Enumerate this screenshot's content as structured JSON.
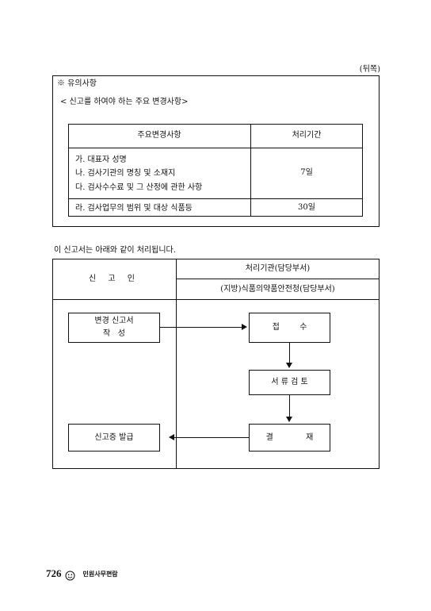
{
  "header": {
    "side_label": "(뒤쪽)"
  },
  "notes": {
    "title": "※ 유의사항",
    "subtitle": "< 신고를 하여야 하는 주요 변경사항>",
    "table": {
      "headers": [
        "주요변경사항",
        "처리기간"
      ],
      "rows": [
        {
          "items": [
            "가. 대표자 성명",
            "나. 검사기관의 명칭 및 소재지",
            "다. 검사수수료 및 그 산정에 관한 사항"
          ],
          "period": "7일"
        },
        {
          "items": [
            "라. 검사업무의 범위 및 대상 식품등"
          ],
          "period": "30일"
        }
      ]
    }
  },
  "process": {
    "intro": "이 신고서는 아래와 같이 처리됩니다.",
    "applicant_header": "신 고 인",
    "agency_header": "처리기관(담당부서)",
    "agency_name": "(지방)식품의약품안전청(담당부서)",
    "steps": {
      "write_line1": "변경 신고서",
      "write_line2": "작   성",
      "receive": "접        수",
      "review": "서 류 검 토",
      "approve": "결             재",
      "issue": "신고증 발급"
    }
  },
  "footer": {
    "page_number": "726",
    "book_title": "민원사무편람"
  }
}
